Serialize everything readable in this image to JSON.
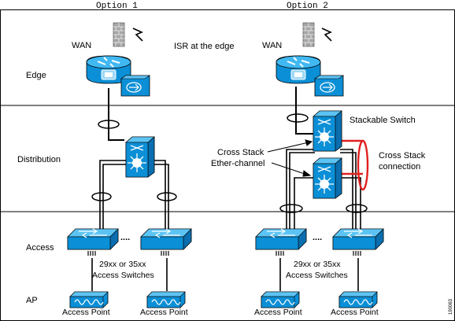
{
  "header": {
    "option1": "Option 1",
    "option2": "Option 2"
  },
  "tiers": {
    "edge": "Edge",
    "distribution": "Distribution",
    "access": "Access",
    "ap": "AP"
  },
  "labels": {
    "wan_left": "WAN",
    "wan_right": "WAN",
    "isr_edge": "ISR at the edge",
    "stackable_switch": "Stackable Switch",
    "cross_stack_etherchannel_1": "Cross Stack",
    "cross_stack_etherchannel_2": "Ether-channel",
    "cross_stack_connection_1": "Cross Stack",
    "cross_stack_connection_2": "connection",
    "access_switches_left_1": "29xx or 35xx",
    "access_switches_left_2": "Access Switches",
    "access_switches_right_1": "29xx or 35xx",
    "access_switches_right_2": "Access Switches",
    "access_point": "Access Point",
    "ellipsis": "....",
    "figure_id": "190063"
  },
  "colors": {
    "device_blue": "#0b8fd6",
    "device_dark": "#0a5f9a",
    "link_red": "#e02020",
    "wall_gray": "#8f8f8f"
  },
  "icons": {
    "router": "router-icon",
    "firewall": "firewall-icon",
    "multilayer_switch": "multilayer-switch-icon",
    "workgroup_switch": "workgroup-switch-icon",
    "access_point": "access-point-icon"
  }
}
